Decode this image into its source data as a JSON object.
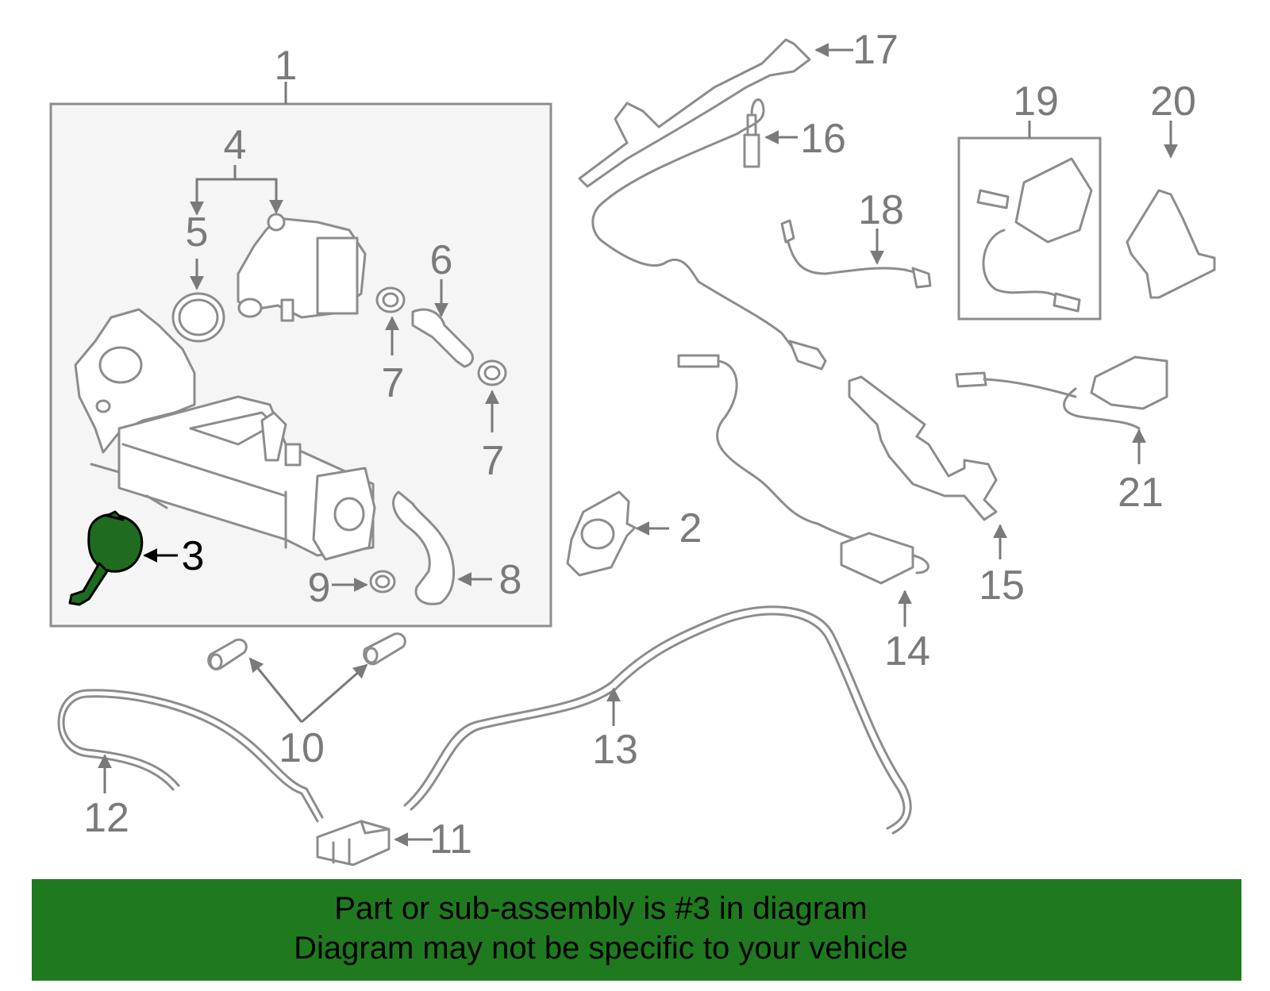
{
  "callouts": {
    "c1": "1",
    "c2": "2",
    "c3": "3",
    "c4": "4",
    "c5": "5",
    "c6": "6",
    "c7a": "7",
    "c7b": "7",
    "c8": "8",
    "c9": "9",
    "c10": "10",
    "c11": "11",
    "c12": "12",
    "c13": "13",
    "c14": "14",
    "c15": "15",
    "c16": "16",
    "c17": "17",
    "c18": "18",
    "c19": "19",
    "c20": "20",
    "c21": "21"
  },
  "highlighted_part": "3",
  "colors": {
    "highlight": "#1f6b1f",
    "banner": "#1f7a1f",
    "line_art": "#8c8c8c"
  },
  "banner": {
    "line1": "Part or sub-assembly is #3 in diagram",
    "line2": "Diagram may not be specific to your vehicle"
  }
}
